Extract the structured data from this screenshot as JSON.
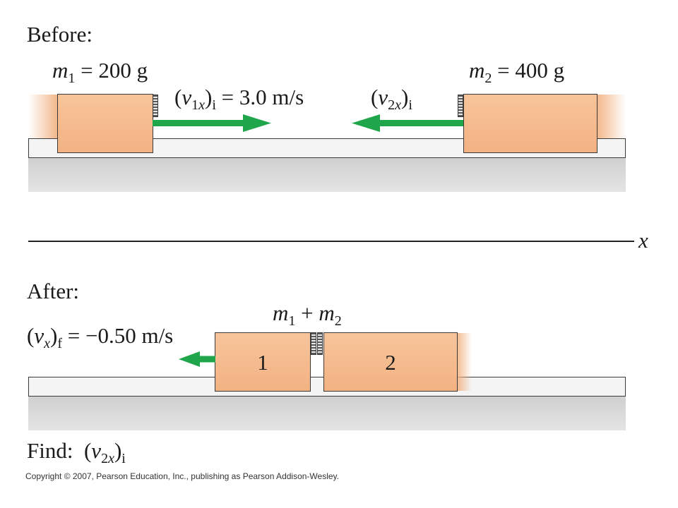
{
  "before": {
    "heading": "Before:",
    "m1": {
      "sym": "m",
      "sub": "1",
      "eq": " = 200 g"
    },
    "m2": {
      "sym": "m",
      "sub": "2",
      "eq": " = 400 g"
    },
    "v1": {
      "open": "(",
      "sym": "v",
      "sub1": "1",
      "sub2": "x",
      "close": ")",
      "post": "i",
      "eq": " = 3.0 m/s"
    },
    "v2": {
      "open": "(",
      "sym": "v",
      "sub1": "2",
      "sub2": "x",
      "close": ")",
      "post": "i"
    }
  },
  "axis": {
    "label": "x"
  },
  "after": {
    "heading": "After:",
    "combined": {
      "m": "m",
      "s1": "1",
      "plus": " + ",
      "m2": "m",
      "s2": "2"
    },
    "vf": {
      "open": "(",
      "sym": "v",
      "sub": "x",
      "close": ")",
      "post": "f",
      "eq": " = −0.50 m/s"
    },
    "block1": "1",
    "block2": "2"
  },
  "find": {
    "label": "Find:",
    "open": "(",
    "sym": "v",
    "sub1": "2",
    "sub2": "x",
    "close": ")",
    "post": "i"
  },
  "copyright": "Copyright © 2007, Pearson Education, Inc., publishing as Pearson Addison-Wesley.",
  "colors": {
    "block": "#f2b283",
    "arrow": "#1fa54a",
    "track": "#f4f4f4"
  }
}
